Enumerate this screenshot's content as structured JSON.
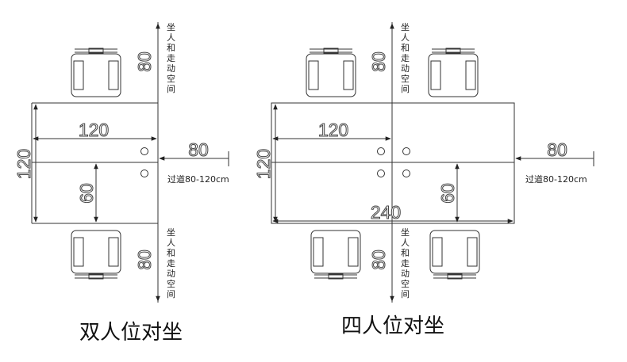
{
  "two_person": {
    "caption": "双人位对坐",
    "table_width": "120",
    "table_depth": "120",
    "half_depth": "60",
    "chair_clearance_top": "80",
    "chair_clearance_bottom": "80",
    "walkway_width": "80",
    "walkway_note": "过道80-120cm",
    "seating_note": "坐人和走动空间"
  },
  "four_person": {
    "caption": "四人位对坐",
    "table_length": "240",
    "half_length": "120",
    "table_depth": "120",
    "half_depth": "60",
    "chair_clearance_top": "80",
    "chair_clearance_bottom": "80",
    "walkway_width": "80",
    "walkway_note": "过道80-120cm",
    "seating_note": "坐人和走动空间"
  }
}
